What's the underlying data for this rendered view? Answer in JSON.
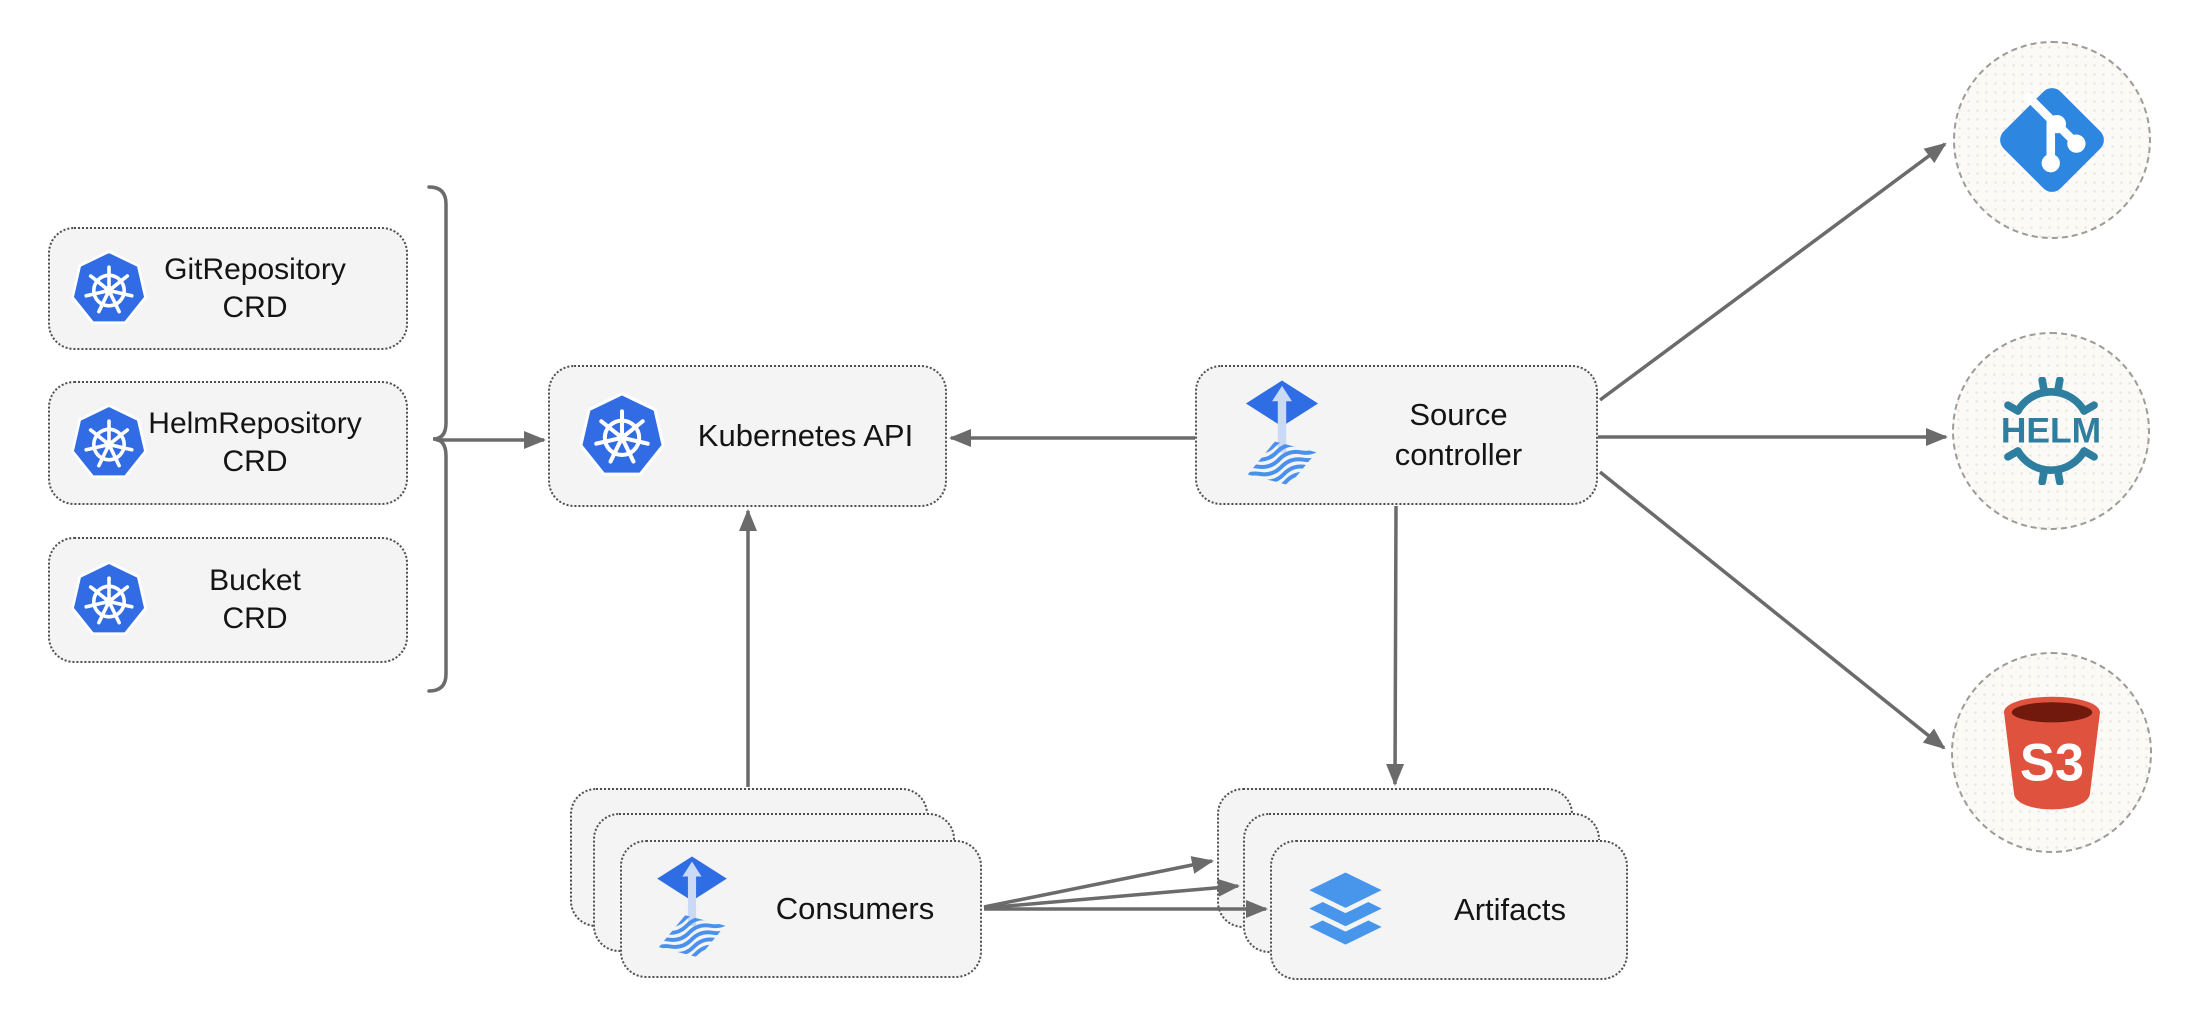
{
  "diagram": {
    "crds": [
      {
        "line1": "GitRepository",
        "line2": "CRD"
      },
      {
        "line1": "HelmRepository",
        "line2": "CRD"
      },
      {
        "line1": "Bucket",
        "line2": "CRD"
      }
    ],
    "kubernetes_api": {
      "label": "Kubernetes API"
    },
    "source_controller": {
      "line1": "Source",
      "line2": "controller"
    },
    "consumers": {
      "label": "Consumers"
    },
    "artifacts": {
      "label": "Artifacts"
    },
    "external": {
      "git": {
        "icon": "git-icon"
      },
      "helm": {
        "label": "HELM",
        "icon": "helm-wheel-icon"
      },
      "s3": {
        "label": "S3",
        "icon": "s3-bucket-icon"
      }
    },
    "icons": {
      "kubernetes": "kubernetes-wheel-icon",
      "flux": "flux-icon",
      "artifacts": "layers-icon"
    },
    "colors": {
      "kubernetes_blue": "#326CE5",
      "flux_blue": "#2E6DE4",
      "flux_arrow_light": "#C9D9F6",
      "flux_stripe_blue": "#4A90EE",
      "git_blue": "#2D86E0",
      "helm_teal": "#2E7E9F",
      "s3_red": "#DF523E",
      "s3_dark_red": "#72190E",
      "artifact_blue": "#4796EC",
      "arrow_gray": "#6B6B6B",
      "box_fill": "#F4F4F4",
      "box_border": "#4F4F4F",
      "circle_fill": "#FBFAF7",
      "circle_border": "#9C9C98",
      "text": "#141414"
    }
  }
}
